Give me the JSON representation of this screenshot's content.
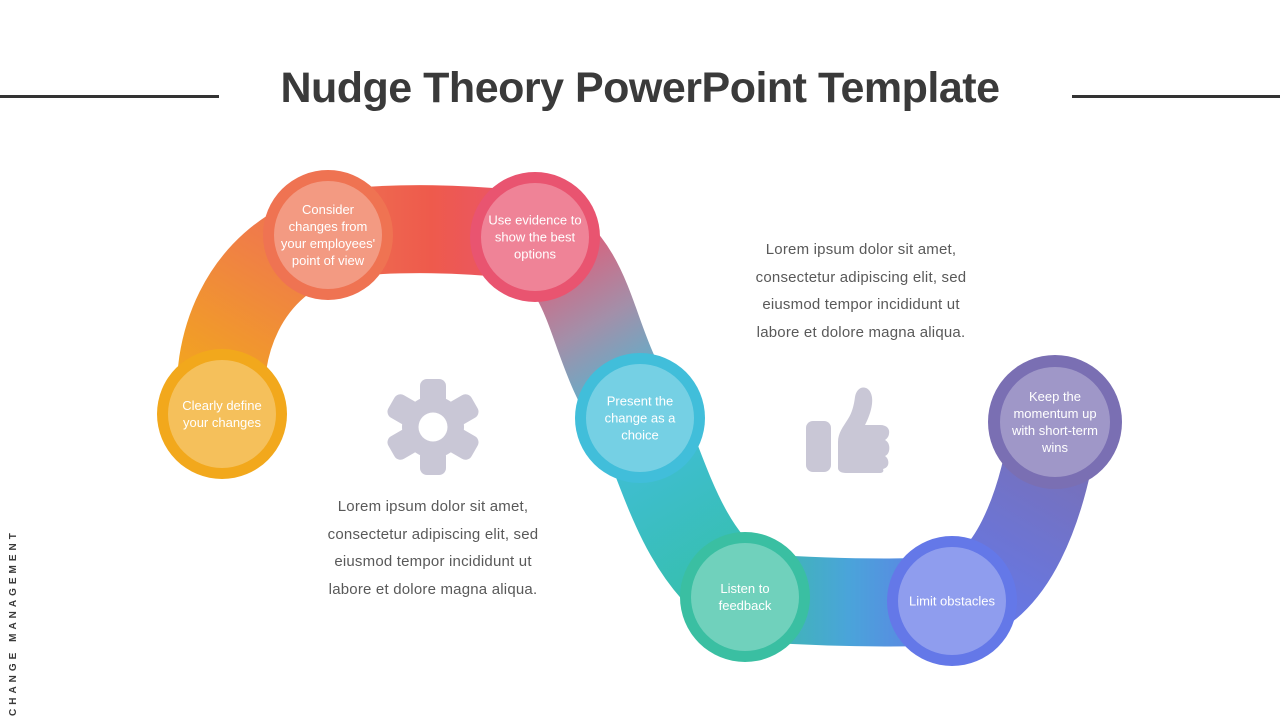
{
  "header": {
    "title": "Nudge Theory PowerPoint Template"
  },
  "side_label": "CHANGE MANAGEMENT",
  "nodes": [
    {
      "id": "clearly-define",
      "label": [
        "Clearly define",
        "your changes"
      ],
      "color": "#F2A81C"
    },
    {
      "id": "consider-changes",
      "label": [
        "Consider",
        "changes from",
        "your employees'",
        "point of view"
      ],
      "color": "#EF7352"
    },
    {
      "id": "use-evidence",
      "label": [
        "Use evidence to",
        "show the best",
        "options"
      ],
      "color": "#E95470"
    },
    {
      "id": "present-change",
      "label": [
        "Present the",
        "change as a",
        "choice"
      ],
      "color": "#41BEDA"
    },
    {
      "id": "listen-feedback",
      "label": [
        "Listen to",
        "feedback"
      ],
      "color": "#3ABFA2"
    },
    {
      "id": "limit-obstacles",
      "label": [
        "Limit obstacles"
      ],
      "color": "#6478E8"
    },
    {
      "id": "keep-momentum",
      "label": [
        "Keep the",
        "momentum up",
        "with short-term",
        "wins"
      ],
      "color": "#7A6FB3"
    }
  ],
  "paragraphs": {
    "left": [
      "Lorem ipsum dolor sit amet,",
      "consectetur adipiscing elit, sed",
      "eiusmod tempor incididunt ut",
      "labore et dolore magna aliqua."
    ],
    "right": [
      "Lorem ipsum dolor sit amet,",
      "consectetur adipiscing elit, sed",
      "eiusmod tempor incididunt ut",
      "labore et dolore magna aliqua."
    ]
  },
  "icons": {
    "gear": "gear-icon",
    "thumbs_up": "thumbs-up-icon"
  },
  "colors": {
    "icon": "#C9C7D6",
    "title_text": "#3A3A3A",
    "body_text": "#595959",
    "divider": "#333333",
    "band_red": "#EE5A4C",
    "band_mauve": "#A38FA9",
    "band_blue_mid": "#4AA4DA"
  }
}
